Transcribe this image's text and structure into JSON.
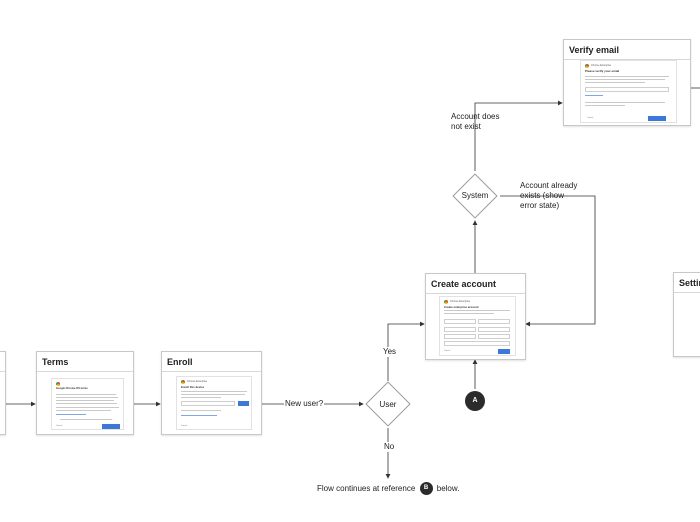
{
  "screens": {
    "terms": {
      "title": "Terms",
      "heading": "Google Chrome OS terms",
      "cancel": "Cancel"
    },
    "enroll": {
      "title": "Enroll",
      "brand": "Chrome Enterprise",
      "heading": "Enroll this device",
      "button": "Next",
      "cancel": "Cancel"
    },
    "create_account": {
      "title": "Create account",
      "brand": "Chrome Enterprise",
      "heading": "Create enterprise account",
      "cancel": "Cancel",
      "next": "Next"
    },
    "verify_email": {
      "title": "Verify email",
      "brand": "Chrome Enterprise",
      "heading": "Please verify your email",
      "cancel": "Cancel",
      "next": "Next"
    },
    "settings": {
      "title": "Setting"
    }
  },
  "decisions": {
    "user": "User",
    "system": "System"
  },
  "labels": {
    "new_user": "New user?",
    "yes": "Yes",
    "no": "No",
    "account_not_exist_1": "Account does",
    "account_not_exist_2": "not exist",
    "account_exists_1": "Account already",
    "account_exists_2": "exists (show",
    "account_exists_3": "error state)"
  },
  "references": {
    "a": "A",
    "b": "B",
    "continue_prefix": "Flow continues at reference",
    "continue_suffix": "below."
  },
  "colors": {
    "arrow": "#333333",
    "button": "#3c78d8",
    "reference": "#2b2b2b"
  }
}
